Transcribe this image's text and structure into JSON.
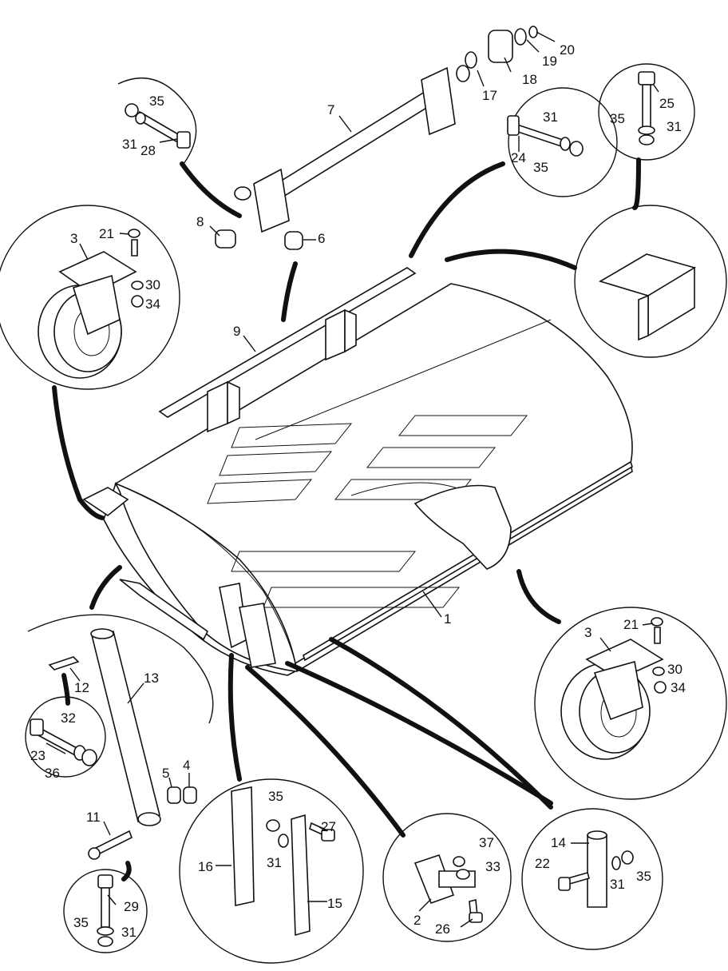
{
  "diagram": {
    "labels": [
      {
        "id": "1",
        "text": "1"
      },
      {
        "id": "2",
        "text": "2"
      },
      {
        "id": "3a",
        "text": "3"
      },
      {
        "id": "3b",
        "text": "3"
      },
      {
        "id": "4",
        "text": "4"
      },
      {
        "id": "5",
        "text": "5"
      },
      {
        "id": "6",
        "text": "6"
      },
      {
        "id": "7",
        "text": "7"
      },
      {
        "id": "8",
        "text": "8"
      },
      {
        "id": "9",
        "text": "9"
      },
      {
        "id": "11",
        "text": "11"
      },
      {
        "id": "12",
        "text": "12"
      },
      {
        "id": "13",
        "text": "13"
      },
      {
        "id": "14",
        "text": "14"
      },
      {
        "id": "15",
        "text": "15"
      },
      {
        "id": "16",
        "text": "16"
      },
      {
        "id": "17",
        "text": "17"
      },
      {
        "id": "18",
        "text": "18"
      },
      {
        "id": "19",
        "text": "19"
      },
      {
        "id": "20",
        "text": "20"
      },
      {
        "id": "21a",
        "text": "21"
      },
      {
        "id": "21b",
        "text": "21"
      },
      {
        "id": "22",
        "text": "22"
      },
      {
        "id": "23",
        "text": "23"
      },
      {
        "id": "24",
        "text": "24"
      },
      {
        "id": "25",
        "text": "25"
      },
      {
        "id": "26",
        "text": "26"
      },
      {
        "id": "27",
        "text": "27"
      },
      {
        "id": "28",
        "text": "28"
      },
      {
        "id": "29",
        "text": "29"
      },
      {
        "id": "30a",
        "text": "30"
      },
      {
        "id": "30b",
        "text": "30"
      },
      {
        "id": "31a",
        "text": "31"
      },
      {
        "id": "31b",
        "text": "31"
      },
      {
        "id": "31c",
        "text": "31"
      },
      {
        "id": "31d",
        "text": "31"
      },
      {
        "id": "31e",
        "text": "31"
      },
      {
        "id": "31f",
        "text": "31"
      },
      {
        "id": "32",
        "text": "32"
      },
      {
        "id": "33",
        "text": "33"
      },
      {
        "id": "34a",
        "text": "34"
      },
      {
        "id": "34b",
        "text": "34"
      },
      {
        "id": "35a",
        "text": "35"
      },
      {
        "id": "35b",
        "text": "35"
      },
      {
        "id": "35c",
        "text": "35"
      },
      {
        "id": "35d",
        "text": "35"
      },
      {
        "id": "35e",
        "text": "35"
      },
      {
        "id": "35f",
        "text": "35"
      },
      {
        "id": "36",
        "text": "36"
      },
      {
        "id": "37",
        "text": "37"
      }
    ]
  }
}
